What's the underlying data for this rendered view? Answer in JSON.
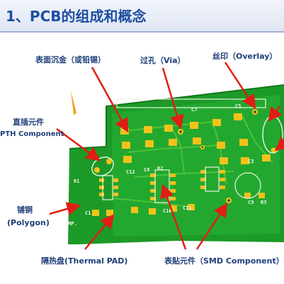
{
  "title": "1、PCB的组成和概念",
  "labels": {
    "surface_finish": "表面沉金（或铅锡）",
    "via": "过孔（Via）",
    "overlay": "丝印（Overlay）",
    "pth_cn": "直插元件",
    "pth_en": "PTH Component",
    "polygon_cn": "铺铜",
    "polygon_en": "(Polygon)",
    "thermal_pad": "隔热盘(Thermal PAD)",
    "smd": "表贴元件（SMD Component）"
  },
  "silkscreen": {
    "c12": "C12",
    "c8": "C8",
    "r2": "R2",
    "r1": "R1",
    "c9": "C9",
    "r3": "R3",
    "c3": "C3",
    "c7": "C7",
    "c5": "C5",
    "c10": "C10",
    "c11": "C11",
    "c1": "C1",
    "amp": "AMP."
  },
  "colors": {
    "board": "#1c9a28",
    "board_dark": "#11761a",
    "pad": "#f3c21a",
    "trace": "#4cc23a",
    "arrow": "#e01e14",
    "title": "#1f4fa3"
  }
}
